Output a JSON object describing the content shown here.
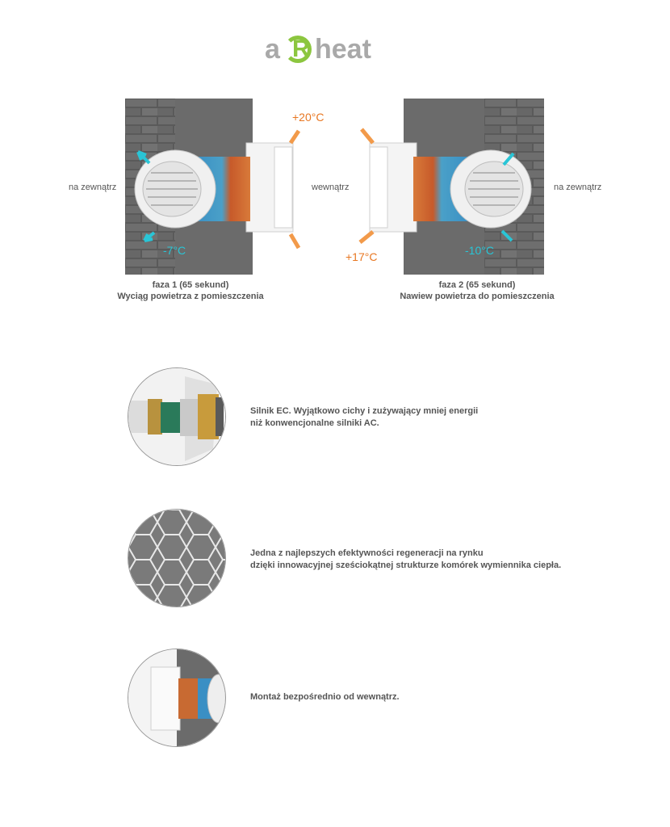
{
  "logo": {
    "prefix": "a",
    "letter": "R",
    "suffix": "heat"
  },
  "phase1": {
    "label_outside": "na zewnątrz",
    "temp_inside": "+20°C",
    "temp_outside": "-7°C",
    "caption_title": "faza 1 (65 sekund)",
    "caption_desc": "Wyciąg powietrza z pomieszczenia"
  },
  "middle_label": "wewnątrz",
  "phase2": {
    "label_outside": "na zewnątrz",
    "temp_inside": "+17°C",
    "temp_outside": "-10°C",
    "caption_title": "faza 2 (65 sekund)",
    "caption_desc": "Nawiew powietrza do pomieszczenia"
  },
  "features": [
    {
      "line1": "Silnik EC. Wyjątkowo cichy i zużywający mniej energii",
      "line2": "niż konwencjonalne silniki AC."
    },
    {
      "line1": "Jedna z najlepszych efektywności regeneracji na rynku",
      "line2": "dzięki innowacyjnej sześciokątnej strukturze komórek wymiennika ciepła."
    },
    {
      "line1": "Montaż bezpośrednio od wewnątrz.",
      "line2": ""
    }
  ]
}
